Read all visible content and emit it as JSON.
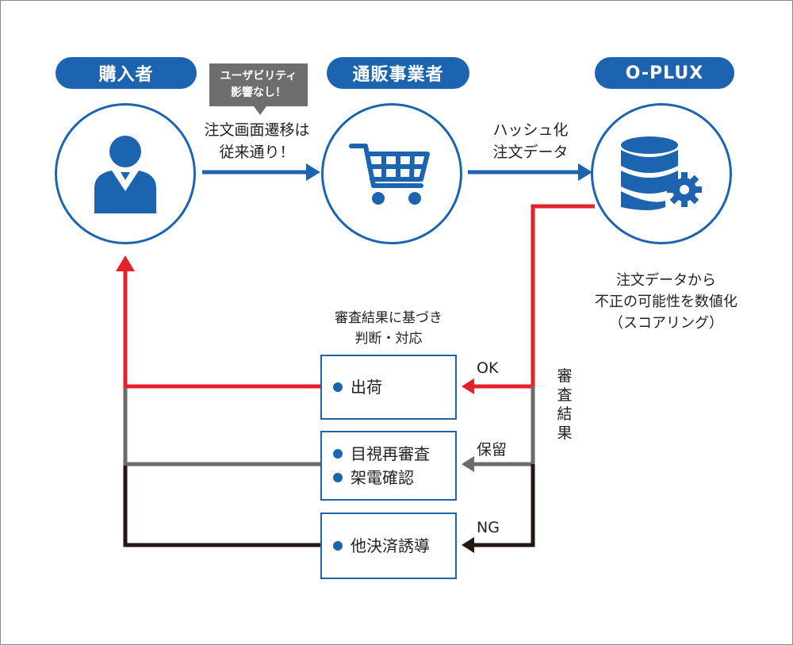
{
  "actors": [
    {
      "label": "購入者",
      "icon": "user-icon"
    },
    {
      "label": "通販事業者",
      "icon": "shopping-cart-icon"
    },
    {
      "label": "O-PLUX",
      "icon": "database-gear-icon"
    }
  ],
  "tooltip": {
    "line1": "ユーザビリティ",
    "line2": "影響なし！"
  },
  "flows": {
    "buyer_to_merchant": {
      "line1": "注文画面遷移は",
      "line2": "従来通り！"
    },
    "merchant_to_oplux": {
      "line1": "ハッシュ化",
      "line2": "注文データ"
    }
  },
  "scoring": {
    "line1": "注文データから",
    "line2": "不正の可能性を数値化",
    "line3": "（スコアリング）"
  },
  "judgement": {
    "line1": "審査結果に基づき",
    "line2": "判断・対応"
  },
  "review_result": "審\n査\n結\n果",
  "outcomes": [
    {
      "label": "OK",
      "color": "#e3222b",
      "actions": [
        "出荷"
      ]
    },
    {
      "label": "保留",
      "color": "#6b6b6b",
      "actions": [
        "目視再審査",
        "架電確認"
      ]
    },
    {
      "label": "NG",
      "color": "#231815",
      "actions": [
        "他決済誘導"
      ]
    }
  ],
  "colors": {
    "brand_blue": "#1d64b0",
    "ok_red": "#e3222b",
    "hold_gray": "#6b6b6b",
    "ng_black": "#231815"
  }
}
